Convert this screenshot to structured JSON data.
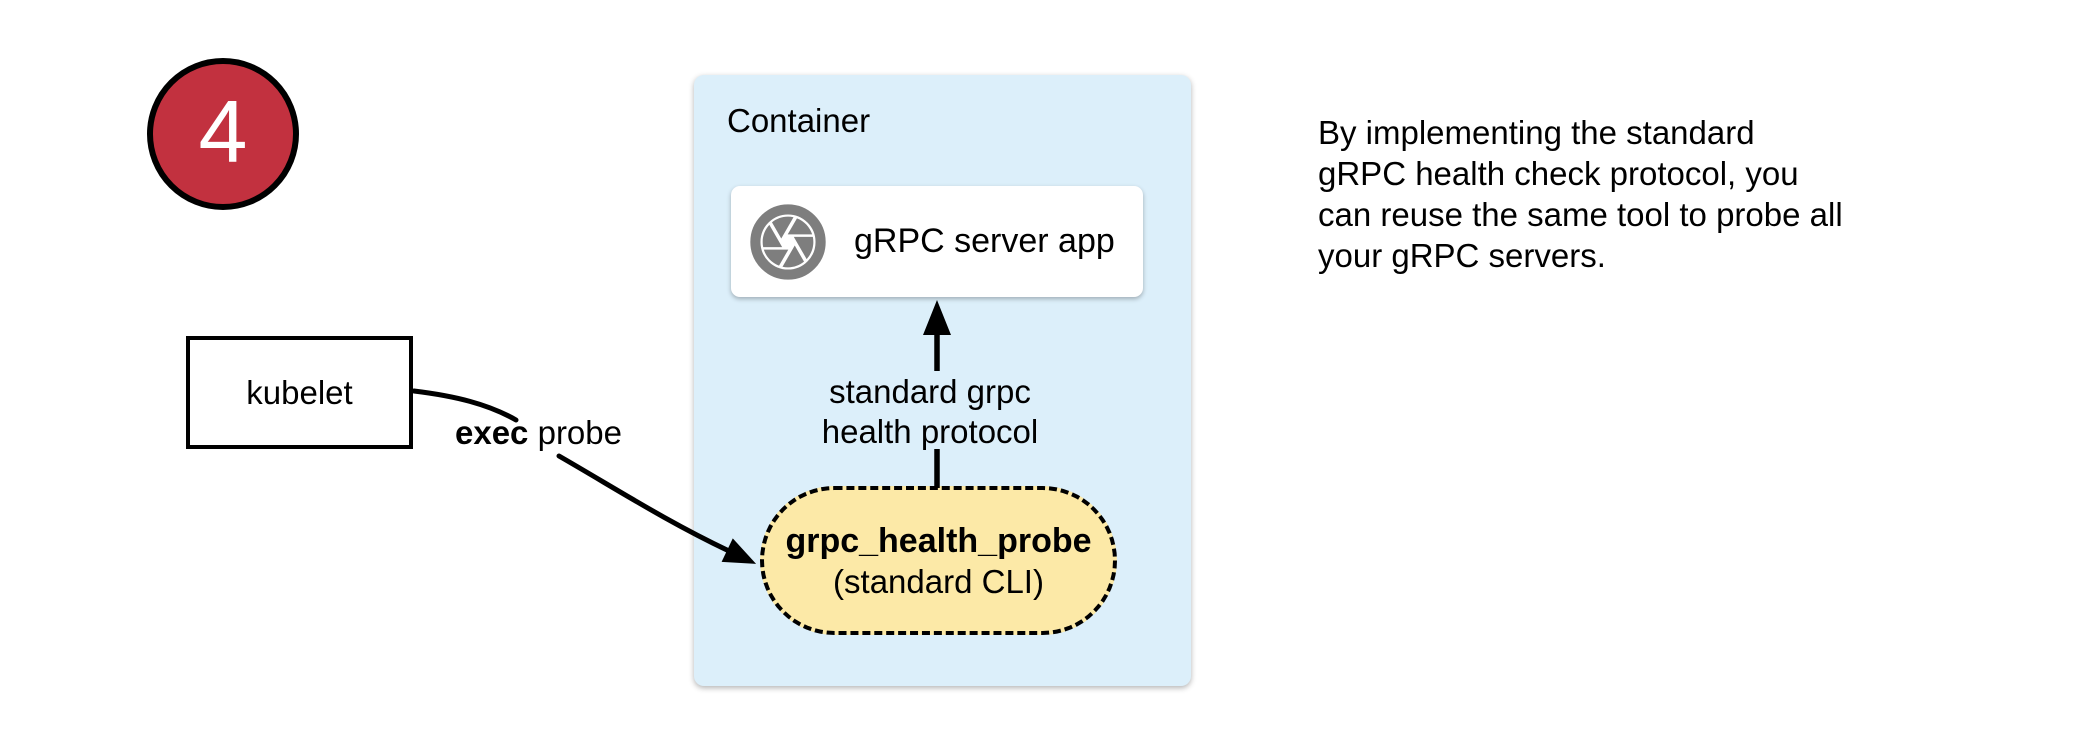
{
  "colors": {
    "badge_red": "#C2313F",
    "container_blue": "#DCEFFA",
    "pill_yellow": "#FCE9A7",
    "icon_gray": "#7E7E7E",
    "stroke_black": "#000000"
  },
  "step_badge": {
    "number": "4"
  },
  "kubelet": {
    "label": "kubelet"
  },
  "exec_probe": {
    "bold": "exec",
    "rest": " probe"
  },
  "container": {
    "title": "Container",
    "server_box": {
      "icon": "aperture-icon",
      "label": "gRPC server app"
    },
    "protocol_label": {
      "line1": "standard grpc",
      "line2": "health protocol"
    },
    "probe_pill": {
      "title": "grpc_health_probe",
      "subtitle": "(standard CLI)"
    }
  },
  "note": {
    "lines": [
      "By implementing the standard",
      "gRPC health check protocol, you",
      "can reuse the same tool to probe all",
      "your gRPC servers."
    ]
  }
}
